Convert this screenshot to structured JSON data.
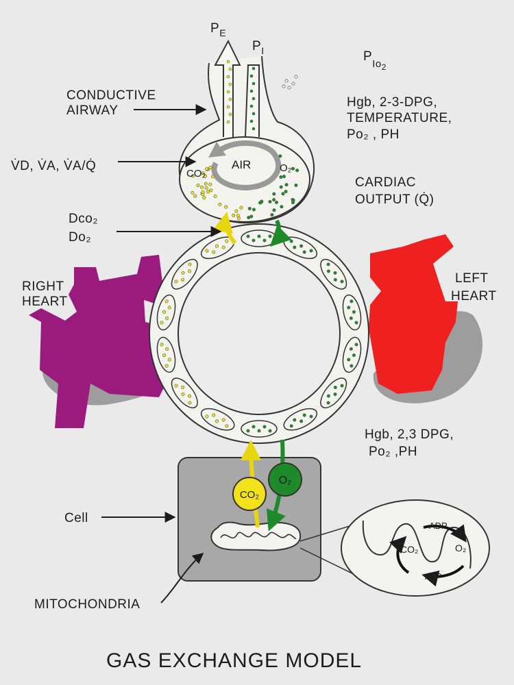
{
  "title": "GAS EXCHANGE MODEL",
  "labels": {
    "pe": "P",
    "pe_sub": "E",
    "pi": "P",
    "pi_sub": "I",
    "pio2": "P",
    "pio2_sub": "Io",
    "pio2_sub2": "2",
    "conductive_airway_1": "CONDUCTIVE",
    "conductive_airway_2": "AIRWAY",
    "ventilation": "V̇D, V̇A, V̇A/Q̇",
    "hgb_top_1": "Hgb, 2-3-DPG,",
    "hgb_top_2": "TEMPERATURE,",
    "hgb_top_3": "Po₂ , PH",
    "air": "AIR",
    "co2_alveolus": "CO₂",
    "o2_alveolus": "O₂",
    "cardiac_output_1": "CARDIAC",
    "cardiac_output_2": "OUTPUT (Q̇)",
    "dco2": "Dco₂",
    "do2": "Do₂",
    "right_heart_1": "RIGHT",
    "right_heart_2": "HEART",
    "left_heart_1": "LEFT",
    "left_heart_2": "HEART",
    "hgb_bottom_1": "Hgb, 2,3 DPG,",
    "hgb_bottom_2": "Po₂ ,PH",
    "cell": "Cell",
    "mitochondria": "MITOCHONDRIA",
    "co2_ball": "CO₂",
    "o2_ball": "O₂",
    "adp": "ADP",
    "atp": "ATP",
    "co2_cycle": "CO₂",
    "o2_cycle": "O₂"
  },
  "colors": {
    "background": "#eaeaea",
    "right_heart": "#9b1a7e",
    "left_heart": "#ef2020",
    "co2_yellow": "#f2e21a",
    "o2_green": "#1e8a2a",
    "cell_gray": "#a8a8a8",
    "ink": "#1c1c1c"
  },
  "icons": {
    "co2_ball": "yellow-circle",
    "o2_ball": "green-circle",
    "arrow": "black-arrow"
  }
}
